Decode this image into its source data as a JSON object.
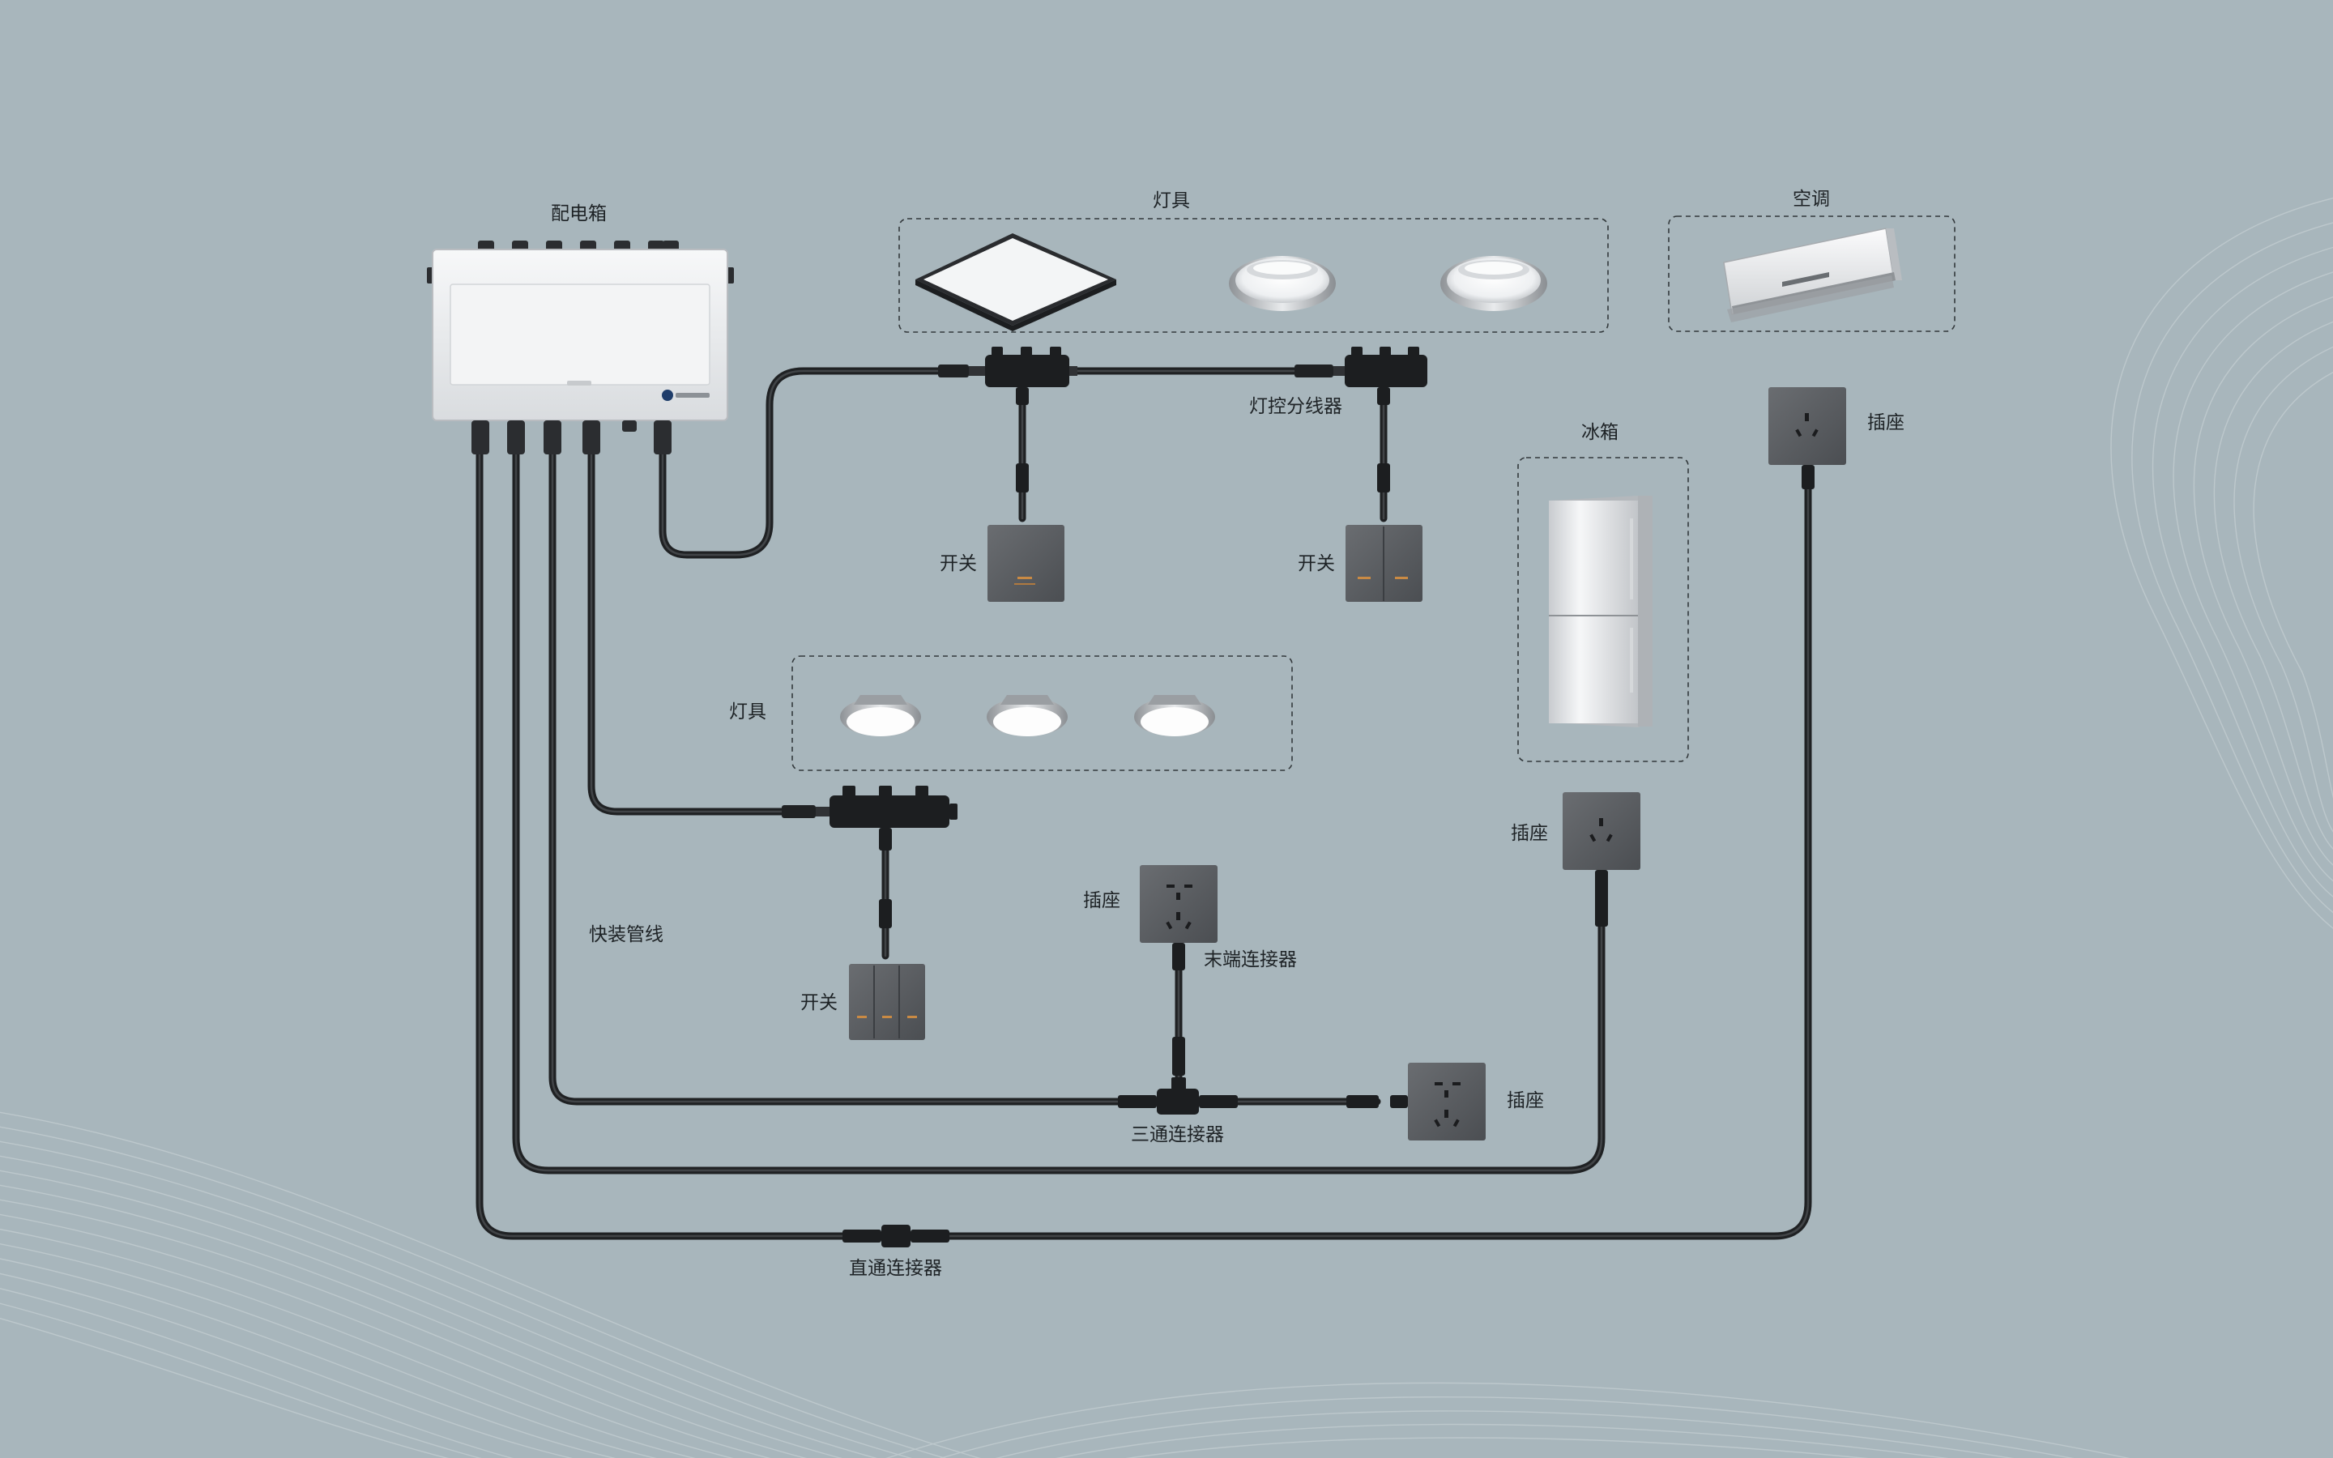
{
  "labels": {
    "distribution_box": "配电箱",
    "lamps_top": "灯具",
    "air_conditioner": "空调",
    "light_splitter": "灯控分线器",
    "switch_1": "开关",
    "switch_2": "开关",
    "fridge": "冰箱",
    "socket_ac": "插座",
    "lamps_mid": "灯具",
    "socket_fridge": "插座",
    "socket_mid": "插座",
    "end_connector": "末端连接器",
    "quick_pipe": "快装管线",
    "switch_3": "开关",
    "socket_right": "插座",
    "tee_connector": "三通连接器",
    "straight_connector": "直通连接器"
  },
  "colors": {
    "background": "#a8b6bc",
    "cable": "#2a2c2e",
    "device_panel": "#5b5e62",
    "box_body": "#eceef0",
    "label_text": "#1e2326"
  },
  "icons": {
    "distribution_box": "distribution-box-icon",
    "square_ceiling_lamp": "ceiling-panel-lamp-icon",
    "round_ceiling_lamp": "round-ceiling-lamp-icon",
    "downlight": "downlight-icon",
    "air_conditioner": "air-conditioner-icon",
    "refrigerator": "refrigerator-icon",
    "wall_switch": "wall-switch-icon",
    "wall_socket": "wall-socket-icon",
    "connector": "connector-icon"
  }
}
